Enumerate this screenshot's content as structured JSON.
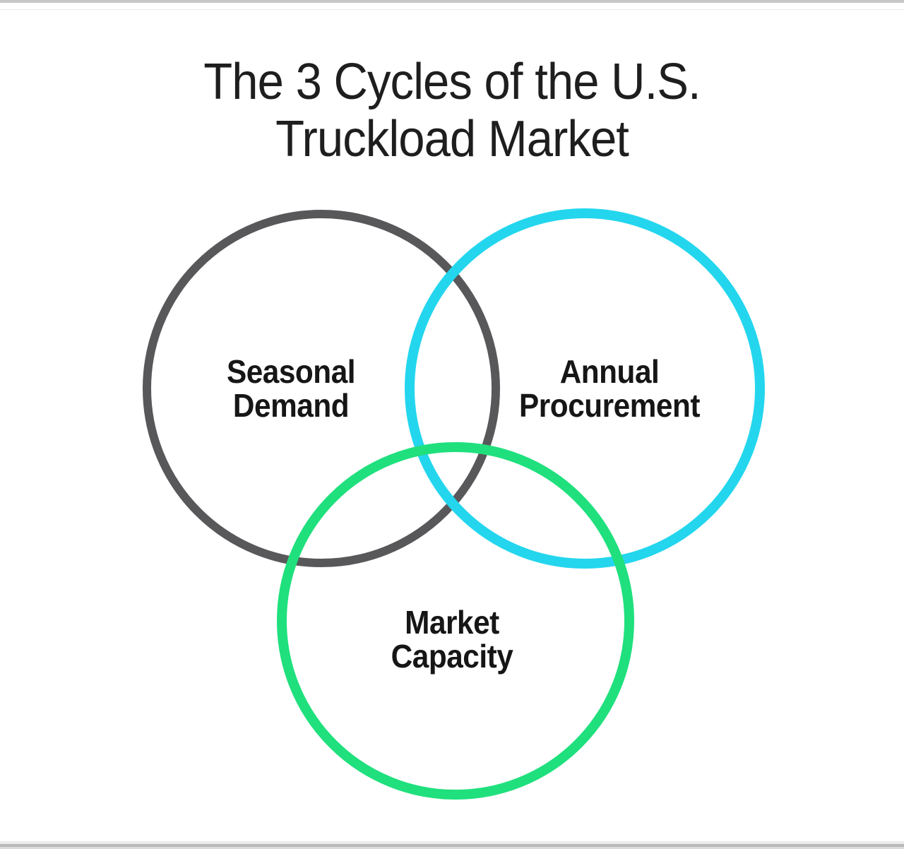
{
  "title": {
    "line1": "The 3 Cycles of the U.S.",
    "line2": "Truckload Market"
  },
  "diagram": {
    "type": "venn",
    "description": "Three overlapping circles",
    "text_color": "#161616",
    "circles": [
      {
        "name": "seasonal-demand",
        "label_line1": "Seasonal",
        "label_line2": "Demand",
        "stroke_color": "#58585a"
      },
      {
        "name": "annual-procurement",
        "label_line1": "Annual",
        "label_line2": "Procurement",
        "stroke_color": "#23d6ee"
      },
      {
        "name": "market-capacity",
        "label_line1": "Market",
        "label_line2": "Capacity",
        "stroke_color": "#1fe07d"
      }
    ]
  },
  "colors": {
    "background": "#ffffff",
    "top_border": "#c7c7c7",
    "bottom_border": "#b9b9b9"
  }
}
